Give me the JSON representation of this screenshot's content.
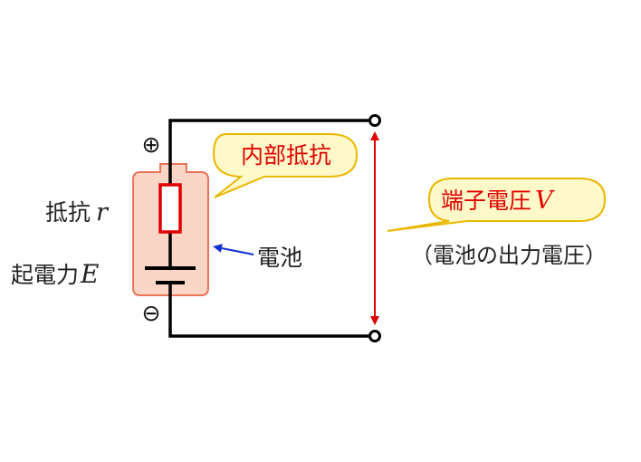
{
  "diagram": {
    "label_resistance": "抵抗",
    "label_resistance_var": "r",
    "label_emf": "起電力",
    "label_emf_var": "E",
    "label_battery": "電池",
    "bubble_internal": "内部抵抗",
    "bubble_terminal": "端子電圧",
    "bubble_terminal_var": "V",
    "note_output": "（電池の出力電圧）",
    "plus_symbol": "⊕",
    "minus_symbol": "⊖"
  },
  "colors": {
    "wire": "#000000",
    "battery_fill": "#fbd5c5",
    "battery_stroke": "#e8745a",
    "resistor": "#e00000",
    "arrow_red": "#e00000",
    "arrow_blue": "#1030d0",
    "bubble_fill": "#fff8c8",
    "bubble_stroke": "#e8b800"
  }
}
